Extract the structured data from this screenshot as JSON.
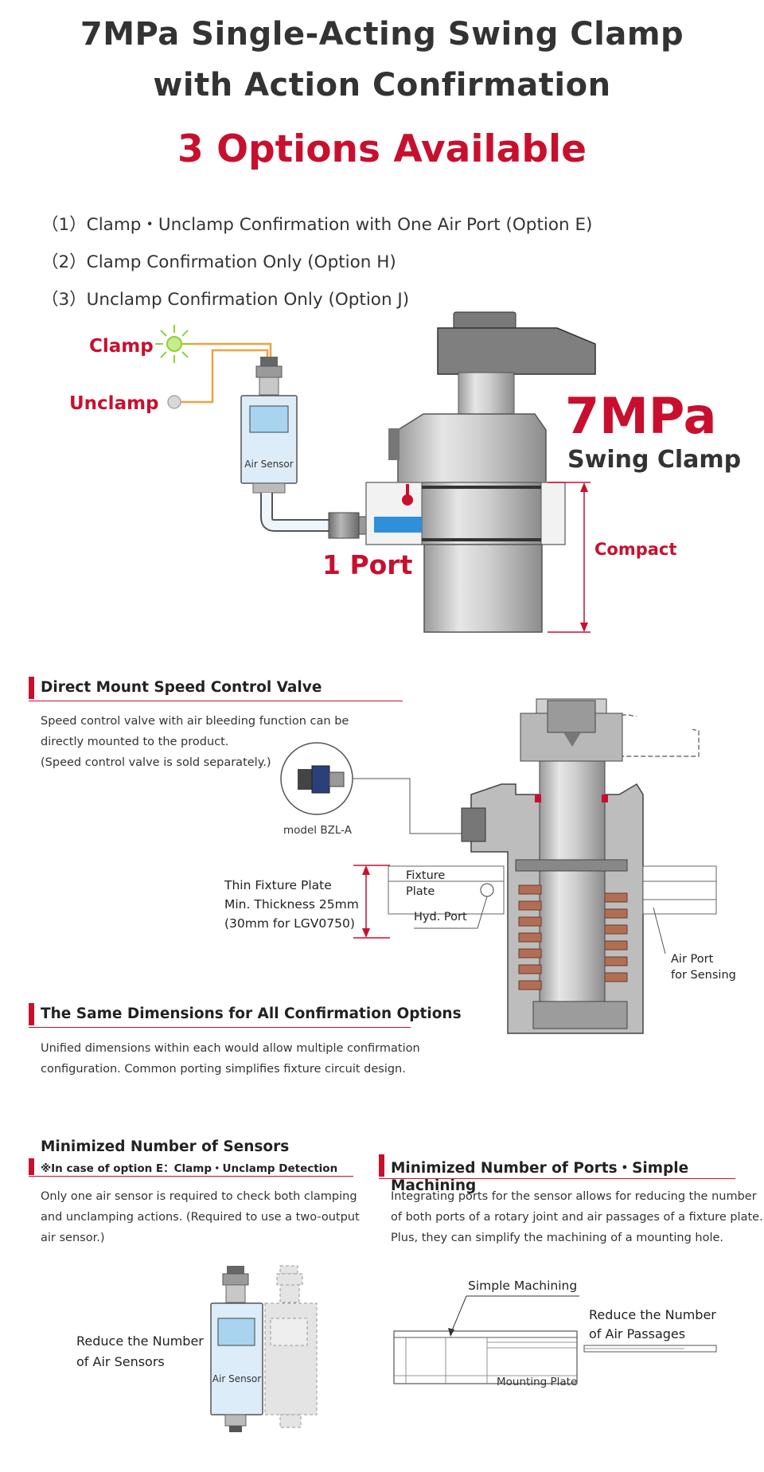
{
  "header": {
    "title_line1": "7MPa Single-Acting Swing Clamp",
    "title_line2": "with Action Confirmation",
    "options_heading": "3 Options Available"
  },
  "options": [
    "（1）Clamp・Unclamp Confirmation with One Air Port (Option E)",
    "（2）Clamp Confirmation Only (Option H)",
    "（3）Unclamp Confirmation Only (Option J)"
  ],
  "hero": {
    "clamp_label": "Clamp",
    "unclamp_label": "Unclamp",
    "sensor_label": "Air Sensor",
    "brand_big": "7MPa",
    "brand_sub": "Swing Clamp",
    "port_label": "1 Port",
    "compact_label": "Compact"
  },
  "section_valve": {
    "heading": "Direct Mount Speed Control Valve",
    "body": [
      "Speed control valve with air bleeding function can be",
      "directly mounted to the product.",
      "(Speed control valve is sold separately.)"
    ],
    "model_label": "model BZL-A",
    "thin_plate": [
      "Thin Fixture Plate",
      "Min. Thickness 25mm",
      "(30mm for LGV0750)"
    ],
    "fixture_plate": [
      "Fixture",
      "Plate"
    ],
    "hyd_port": "Hyd. Port",
    "air_port": [
      "Air Port",
      "for Sensing"
    ]
  },
  "section_dimensions": {
    "heading": "The Same Dimensions for All Confirmation Options",
    "body": [
      "Unified dimensions within each would allow multiple confirmation",
      "configuration. Common porting simplifies fixture circuit design."
    ]
  },
  "section_sensors": {
    "heading": "Minimized Number of Sensors",
    "note": "※In case of option E：Clamp・Unclamp Detection",
    "body": [
      "Only one air sensor is required to check both clamping",
      "and unclamping actions. (Required to use a two-output",
      "air sensor.)"
    ],
    "reduce": [
      "Reduce the Number",
      "of Air Sensors"
    ],
    "sensor_label": "Air Sensor"
  },
  "section_ports": {
    "heading": "Minimized Number of Ports・Simple Machining",
    "body": [
      "Integrating ports for the sensor allows for reducing the number",
      "of both ports of a rotary joint and air passages of a fixture plate.",
      "Plus, they can simplify the machining of a mounting hole."
    ],
    "simple_machining": "Simple Machining",
    "reduce": [
      "Reduce the Number",
      "of Air Passages"
    ],
    "mounting_plate": "Mounting Plate"
  },
  "colors": {
    "accent": "#c8102e",
    "text": "#333333",
    "sensor_fill": "#dcecf8",
    "sensor_screen": "#a8d4f0",
    "air_pipe": "#2f8fd8",
    "wire": "#f0a040",
    "led_on": "#8cd23c"
  }
}
